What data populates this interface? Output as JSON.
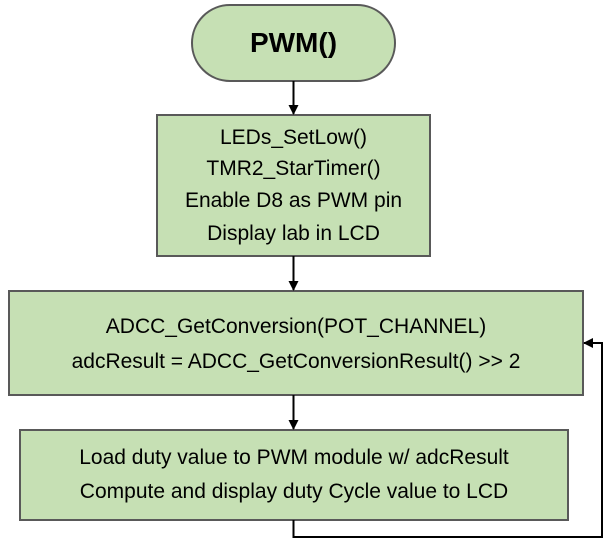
{
  "colors": {
    "box_fill": "#c6e0b4",
    "box_stroke": "#595959",
    "arrow": "#000000"
  },
  "nodes": {
    "start": {
      "shape": "rounded-terminator",
      "label": "PWM()"
    },
    "init": {
      "shape": "rectangle",
      "lines": [
        "LEDs_SetLow()",
        "TMR2_StarTimer()",
        "Enable D8 as PWM pin",
        "Display lab in LCD"
      ]
    },
    "adc": {
      "shape": "rectangle",
      "lines": [
        "ADCC_GetConversion(POT_CHANNEL)",
        "adcResult = ADCC_GetConversionResult() >> 2"
      ]
    },
    "duty": {
      "shape": "rectangle",
      "lines": [
        "Load duty value to PWM module w/ adcResult",
        "Compute and display duty Cycle value to LCD"
      ]
    }
  },
  "edges": [
    {
      "from": "start",
      "to": "init"
    },
    {
      "from": "init",
      "to": "adc"
    },
    {
      "from": "adc",
      "to": "duty"
    },
    {
      "from": "duty",
      "to": "adc",
      "kind": "loop-back"
    }
  ]
}
